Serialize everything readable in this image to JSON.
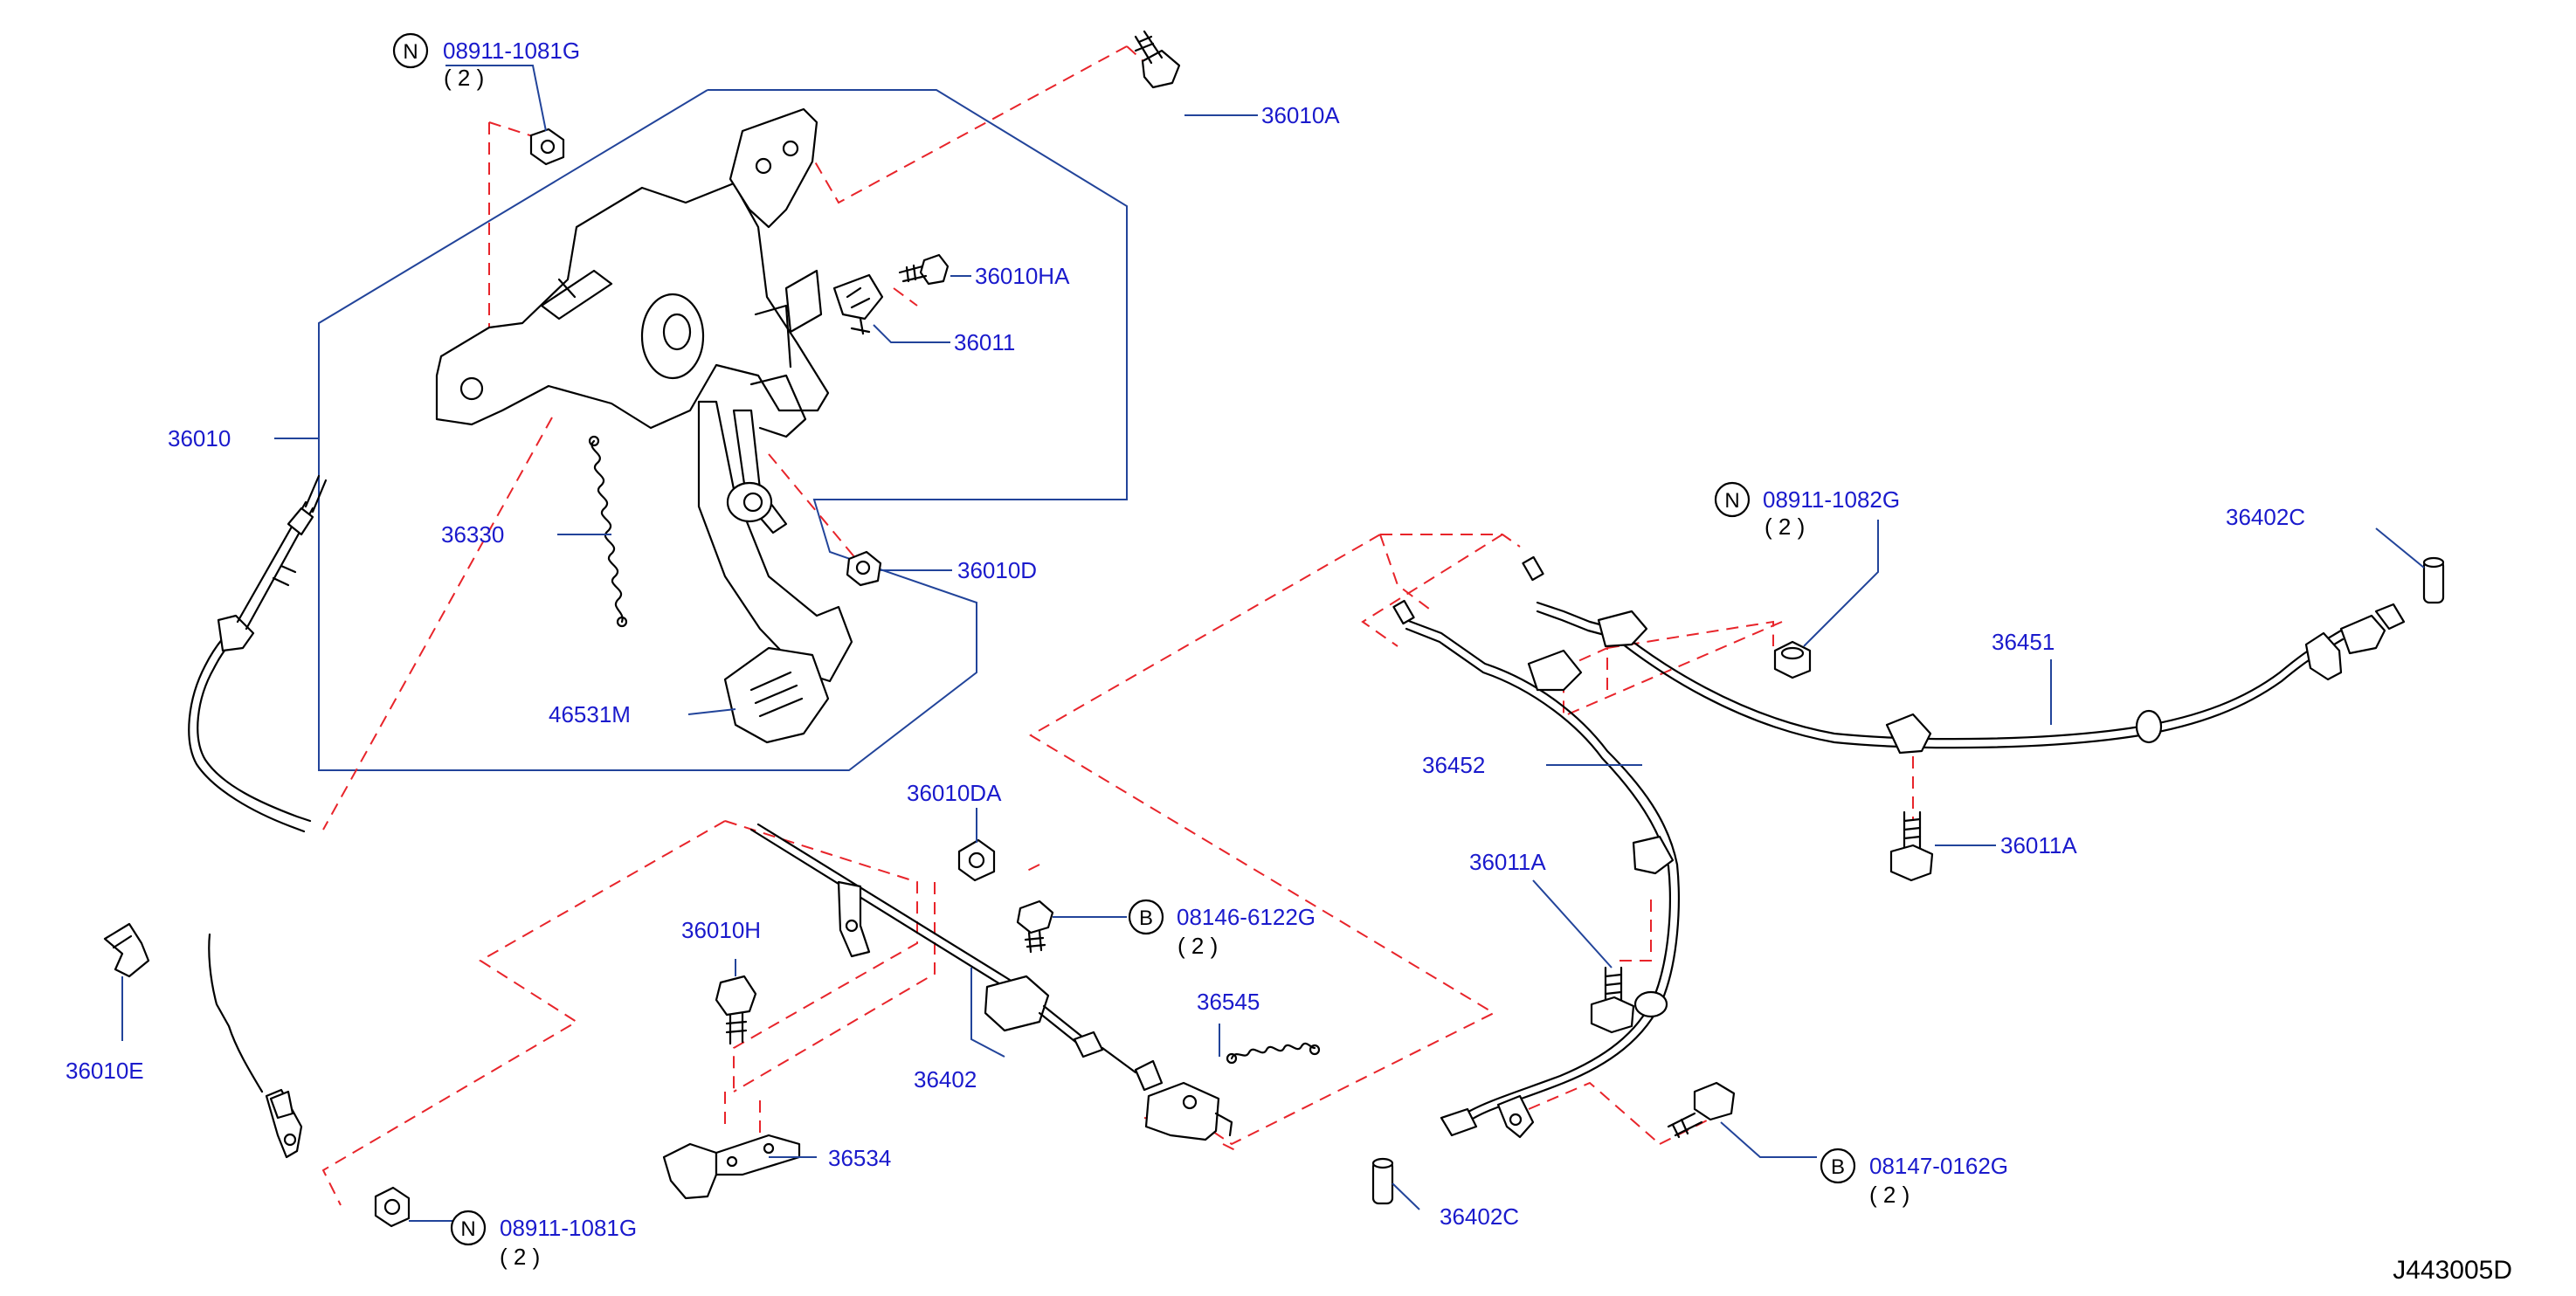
{
  "colors": {
    "part_number": "#1a1acc",
    "leader_line": "#22449a",
    "dashed_line": "#e8242a",
    "line_art": "#000000"
  },
  "diagram_ref": "J443005D",
  "labels": {
    "n_08911_1081g_top": {
      "badge": "N",
      "number": "08911-1081G",
      "qty": "( 2 )"
    },
    "p36010a": "36010A",
    "p36010ha": "36010HA",
    "p36011": "36011",
    "p36010": "36010",
    "p36330": "36330",
    "p36010d": "36010D",
    "p46531m": "46531M",
    "n_08911_1082g": {
      "badge": "N",
      "number": "08911-1082G",
      "qty": "( 2 )"
    },
    "p36402c_top": "36402C",
    "p36451": "36451",
    "p36452": "36452",
    "p36011a_right": "36011A",
    "p36011a_left": "36011A",
    "p36010da": "36010DA",
    "b_08146_6122g": {
      "badge": "B",
      "number": "08146-6122G",
      "qty": "( 2 )"
    },
    "p36010h": "36010H",
    "p36545": "36545",
    "p36402": "36402",
    "p36010e": "36010E",
    "p36534": "36534",
    "n_08911_1081g_bottom": {
      "badge": "N",
      "number": "08911-1081G",
      "qty": "( 2 )"
    },
    "b_08147_0162g": {
      "badge": "B",
      "number": "08147-0162G",
      "qty": "( 2 )"
    },
    "p36402c_bottom": "36402C"
  }
}
